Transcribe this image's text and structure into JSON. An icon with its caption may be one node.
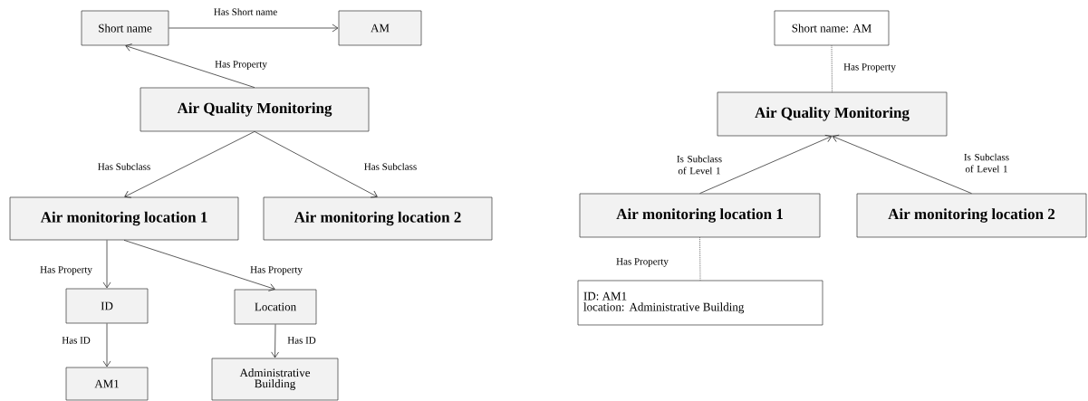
{
  "diagram": {
    "nodes": [
      {
        "text": [
          "Short name"
        ]
      },
      {
        "text": [
          "AM"
        ]
      },
      {
        "text": [
          "Air Quality Monitoring"
        ]
      },
      {
        "text": [
          "Air monitoring location 1"
        ]
      },
      {
        "text": [
          "Air monitoring location 2"
        ]
      },
      {
        "text": [
          "ID"
        ]
      },
      {
        "text": [
          "Location"
        ]
      },
      {
        "text": [
          "AM1"
        ]
      },
      {
        "text": [
          "Administrative Building"
        ]
      },
      {
        "text": [
          "Short name: AM"
        ]
      },
      {
        "text": [
          "Air Quality Monitoring"
        ]
      },
      {
        "text": [
          "Air monitoring location 1"
        ]
      },
      {
        "text": [
          "Air monitoring location 2"
        ]
      },
      {
        "text": [
          "ID: AM1",
          "location: Administrative Building"
        ]
      }
    ],
    "edges": [
      {
        "from": 0,
        "to": 1,
        "arrow": "to",
        "label": "Has Short name"
      },
      {
        "from": 2,
        "to": 0,
        "arrow": "to",
        "label": "Has Property"
      },
      {
        "from": 2,
        "to": 3,
        "arrow": "to",
        "label": "Has Subclass"
      },
      {
        "from": 2,
        "to": 4,
        "arrow": "to",
        "label": "Has Subclass"
      },
      {
        "from": 3,
        "to": 5,
        "arrow": "to",
        "label": "Has Property"
      },
      {
        "from": 3,
        "to": 6,
        "arrow": "to",
        "label": "Has Property"
      },
      {
        "from": 5,
        "to": 7,
        "arrow": "to",
        "label": "Has ID"
      },
      {
        "from": 6,
        "to": 8,
        "arrow": "to",
        "label": "Has ID"
      },
      {
        "from": 10,
        "to": 9,
        "arrow": "none",
        "label": "Has Property",
        "style": "dashed"
      },
      {
        "from": 11,
        "to": 10,
        "arrow": "to",
        "label": "Is Subclass of Level 1"
      },
      {
        "from": 12,
        "to": 10,
        "arrow": "to",
        "label": "Is Subclass of Level 1"
      },
      {
        "from": 11,
        "to": 13,
        "arrow": "none",
        "label": "Has Property",
        "style": "dashed"
      }
    ]
  }
}
